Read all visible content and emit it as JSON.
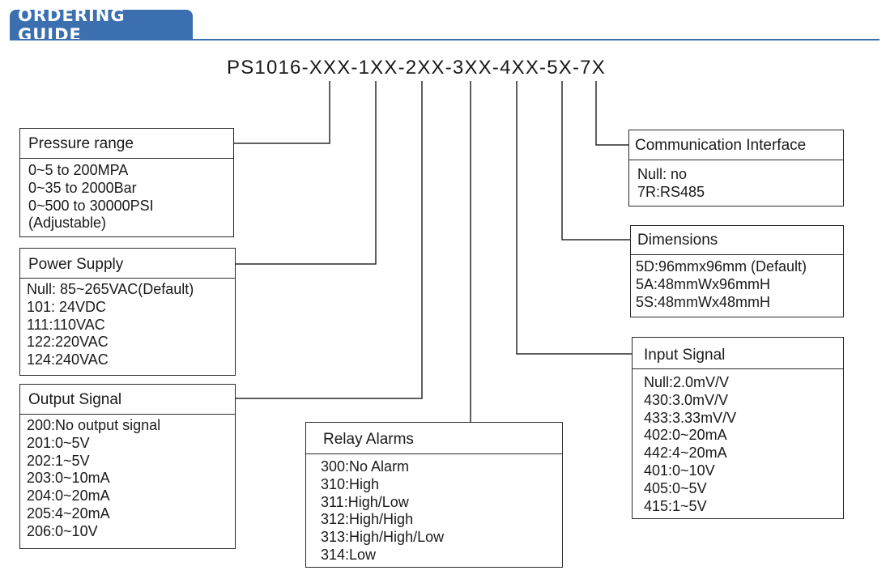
{
  "header": {
    "title": "ORDERING GUIDE"
  },
  "model_code": "PS1016-XXX-1XX-2XX-3XX-4XX-5X-7X",
  "groups": {
    "pressure_range": {
      "title": "Pressure range",
      "items": [
        "0~5 to 200MPA",
        "0~35 to 2000Bar",
        "0~500 to 30000PSI",
        "(Adjustable)"
      ]
    },
    "power_supply": {
      "title": "Power Supply",
      "items": [
        "Null: 85~265VAC(Default)",
        "101: 24VDC",
        "111:110VAC",
        "122:220VAC",
        "124:240VAC"
      ]
    },
    "output_signal": {
      "title": "Output Signal",
      "items": [
        "200:No output signal",
        "201:0~5V",
        "202:1~5V",
        "203:0~10mA",
        "204:0~20mA",
        "205:4~20mA",
        "206:0~10V"
      ]
    },
    "relay_alarms": {
      "title": "Relay Alarms",
      "items": [
        "300:No Alarm",
        "310:High",
        "311:High/Low",
        "312:High/High",
        "313:High/High/Low",
        "314:Low"
      ]
    },
    "input_signal": {
      "title": "Input Signal",
      "items": [
        "Null:2.0mV/V",
        "430:3.0mV/V",
        "433:3.33mV/V",
        "402:0~20mA",
        "442:4~20mA",
        "401:0~10V",
        "405:0~5V",
        "415:1~5V"
      ]
    },
    "dimensions": {
      "title": "Dimensions",
      "items": [
        "5D:96mmx96mm (Default)",
        "5A:48mmWx96mmH",
        "5S:48mmWx48mmH"
      ]
    },
    "communication_interface": {
      "title": "Communication Interface",
      "items": [
        "Null: no",
        "7R:RS485"
      ]
    }
  }
}
